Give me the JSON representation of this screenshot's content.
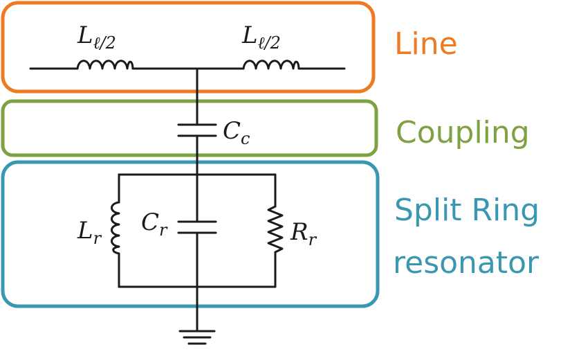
{
  "colors": {
    "line": "#f07a21",
    "coupling": "#7ea141",
    "resonator": "#3a97b2",
    "wire": "#1a1a1a"
  },
  "groups": {
    "line_label": "Line",
    "coupling_label": "Coupling",
    "resonator_label_1": "Split Ring",
    "resonator_label_2": "resonator"
  },
  "components": {
    "inductor_left": {
      "symbol": "L",
      "subscript": "ℓ/2"
    },
    "inductor_right": {
      "symbol": "L",
      "subscript": "ℓ/2"
    },
    "coupling_capacitor": {
      "symbol": "C",
      "subscript": "c"
    },
    "resonator_inductor": {
      "symbol": "L",
      "subscript": "r"
    },
    "resonator_capacitor": {
      "symbol": "C",
      "subscript": "r"
    },
    "resonator_resistor": {
      "symbol": "R",
      "subscript": "r"
    }
  }
}
